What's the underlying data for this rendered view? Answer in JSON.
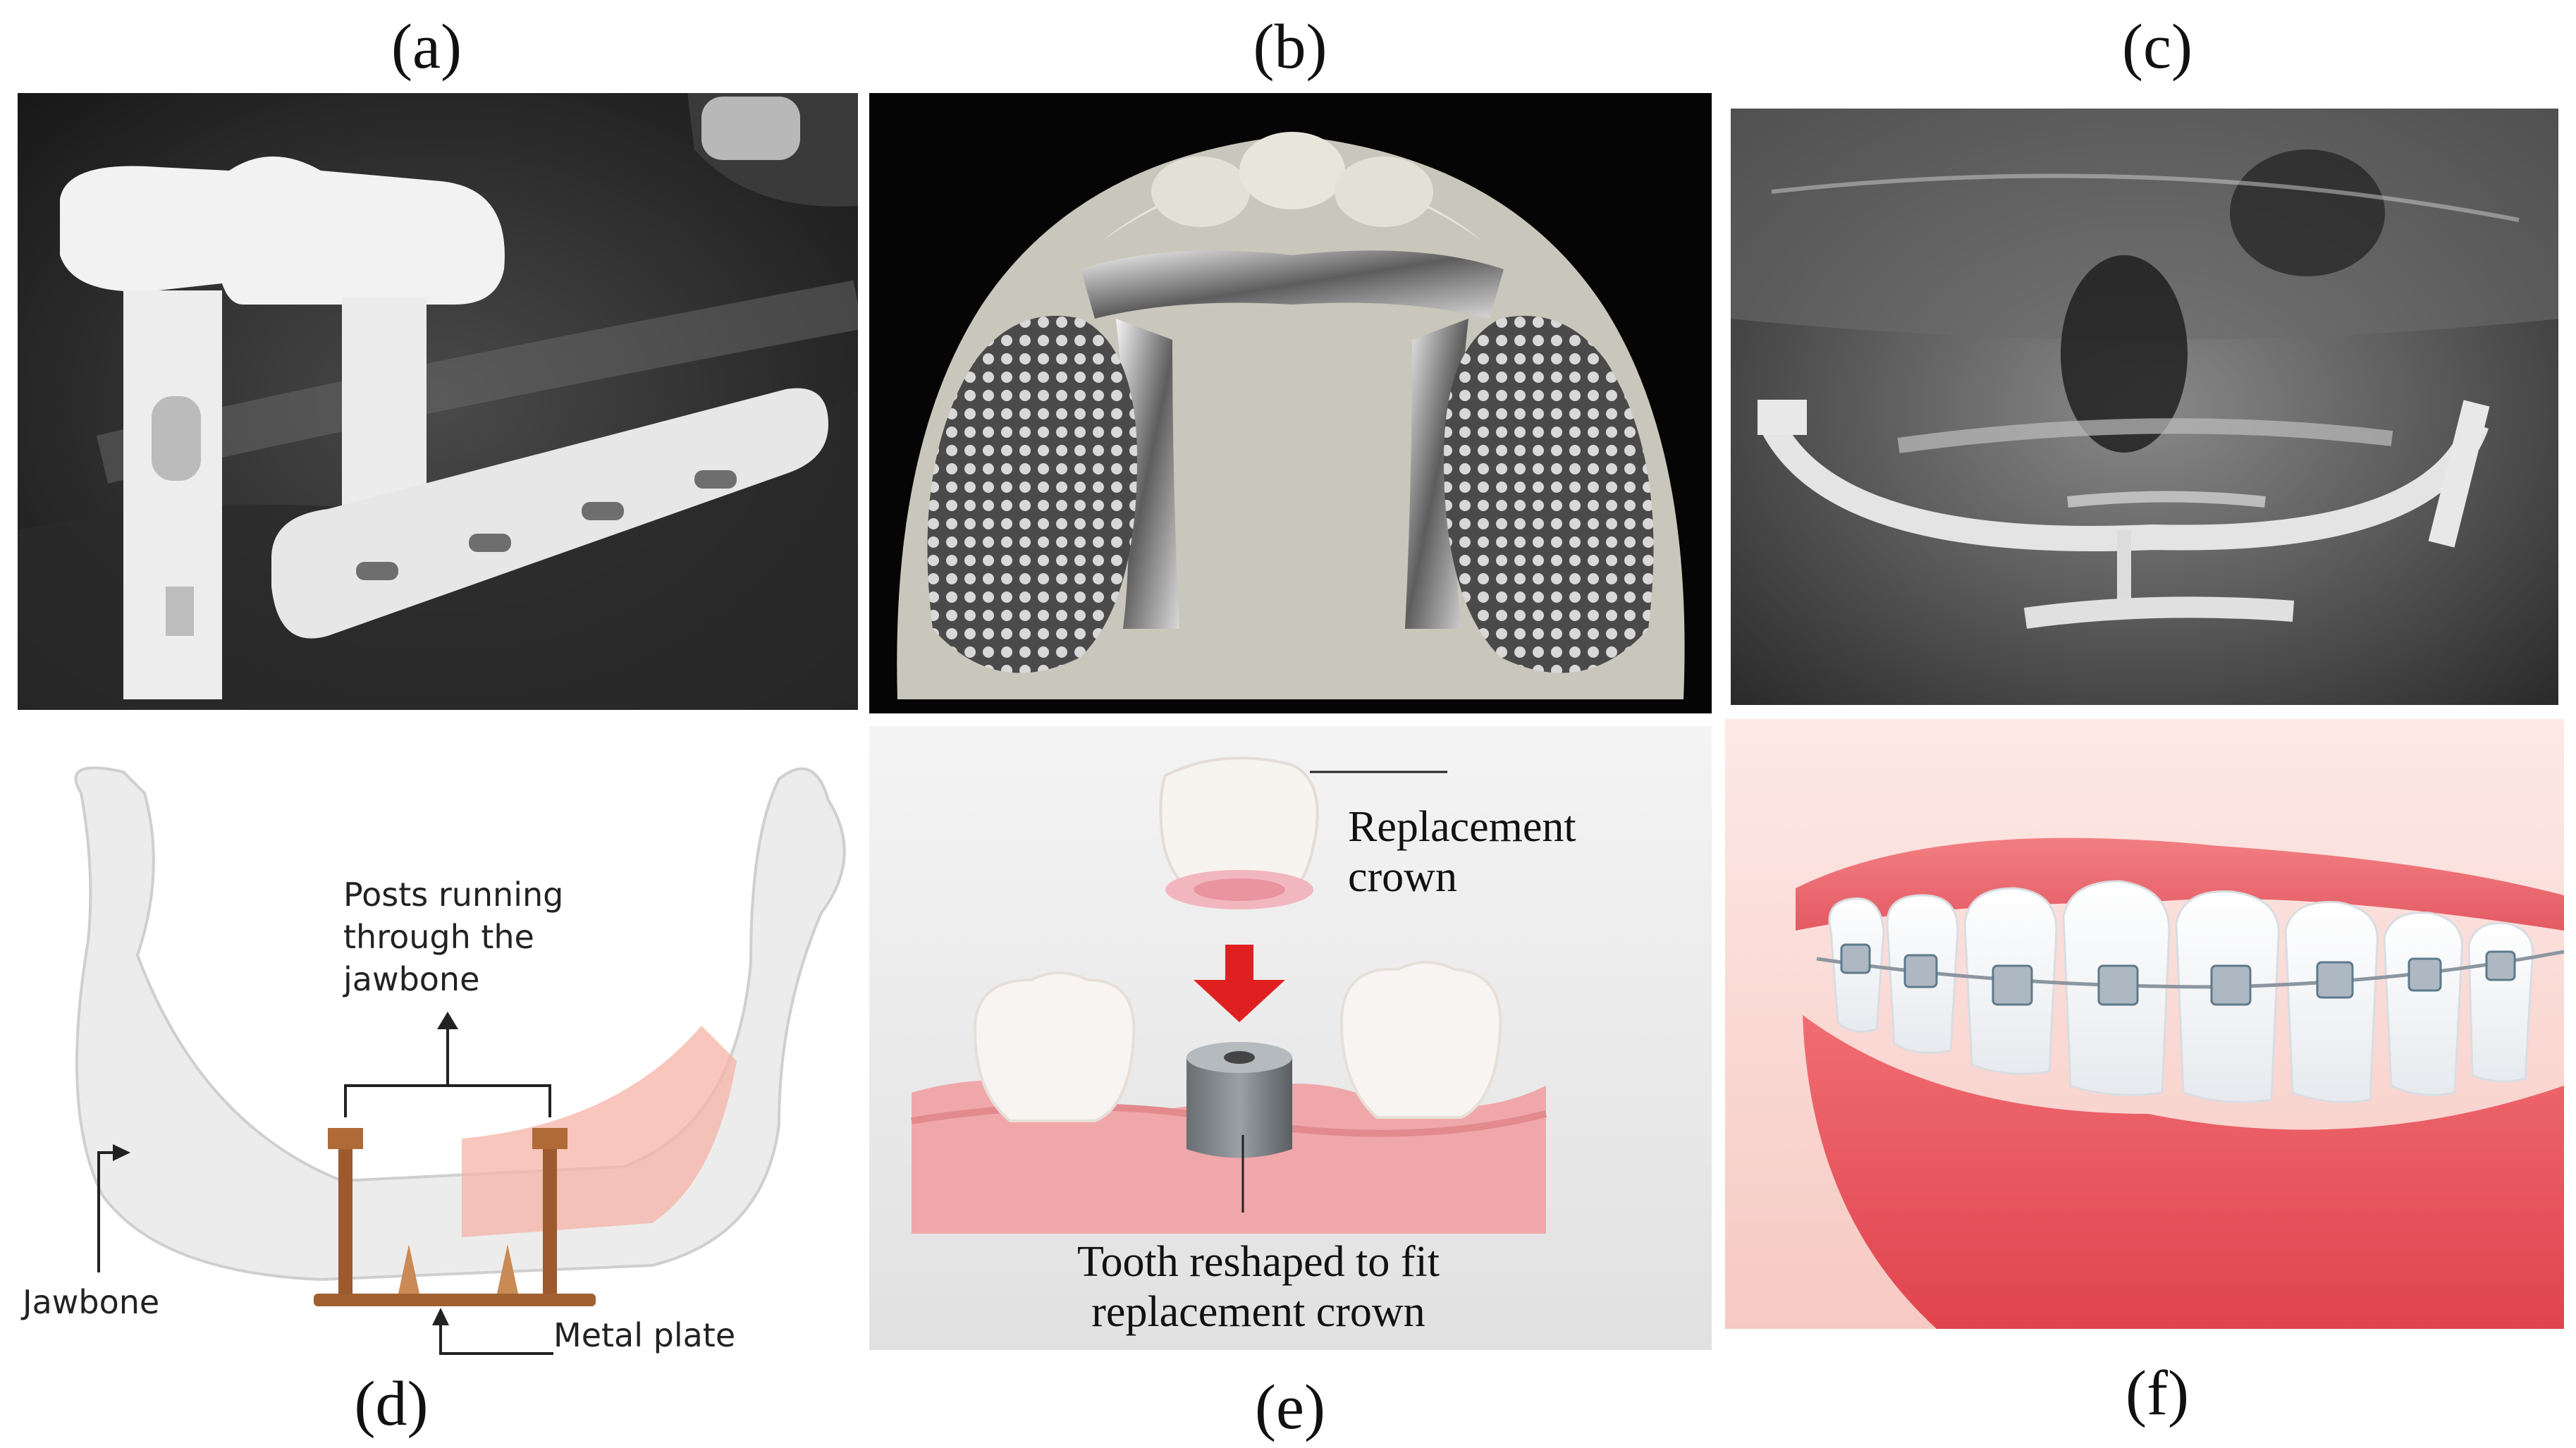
{
  "panels": {
    "a": {
      "label": "(a)"
    },
    "b": {
      "label": "(b)"
    },
    "c": {
      "label": "(c)"
    },
    "d": {
      "label": "(d)",
      "posts_label_1": "Posts running",
      "posts_label_2": "through the",
      "posts_label_3": "jawbone",
      "jawbone_label": "Jawbone",
      "plate_label": "Metal plate"
    },
    "e": {
      "label": "(e)",
      "crown_label_1": "Replacement",
      "crown_label_2": "crown",
      "tooth_label_1": "Tooth reshaped to fit",
      "tooth_label_2": "replacement crown"
    },
    "f": {
      "label": "(f)"
    }
  },
  "colors": {
    "xray_dark": "#1c1c1c",
    "metal": "#b9b9b9",
    "gum_pink": "#e9a4a6",
    "arrow_red": "#e02020",
    "post_bronze": "#9c5a2e",
    "gum_red": "#e6545e"
  }
}
